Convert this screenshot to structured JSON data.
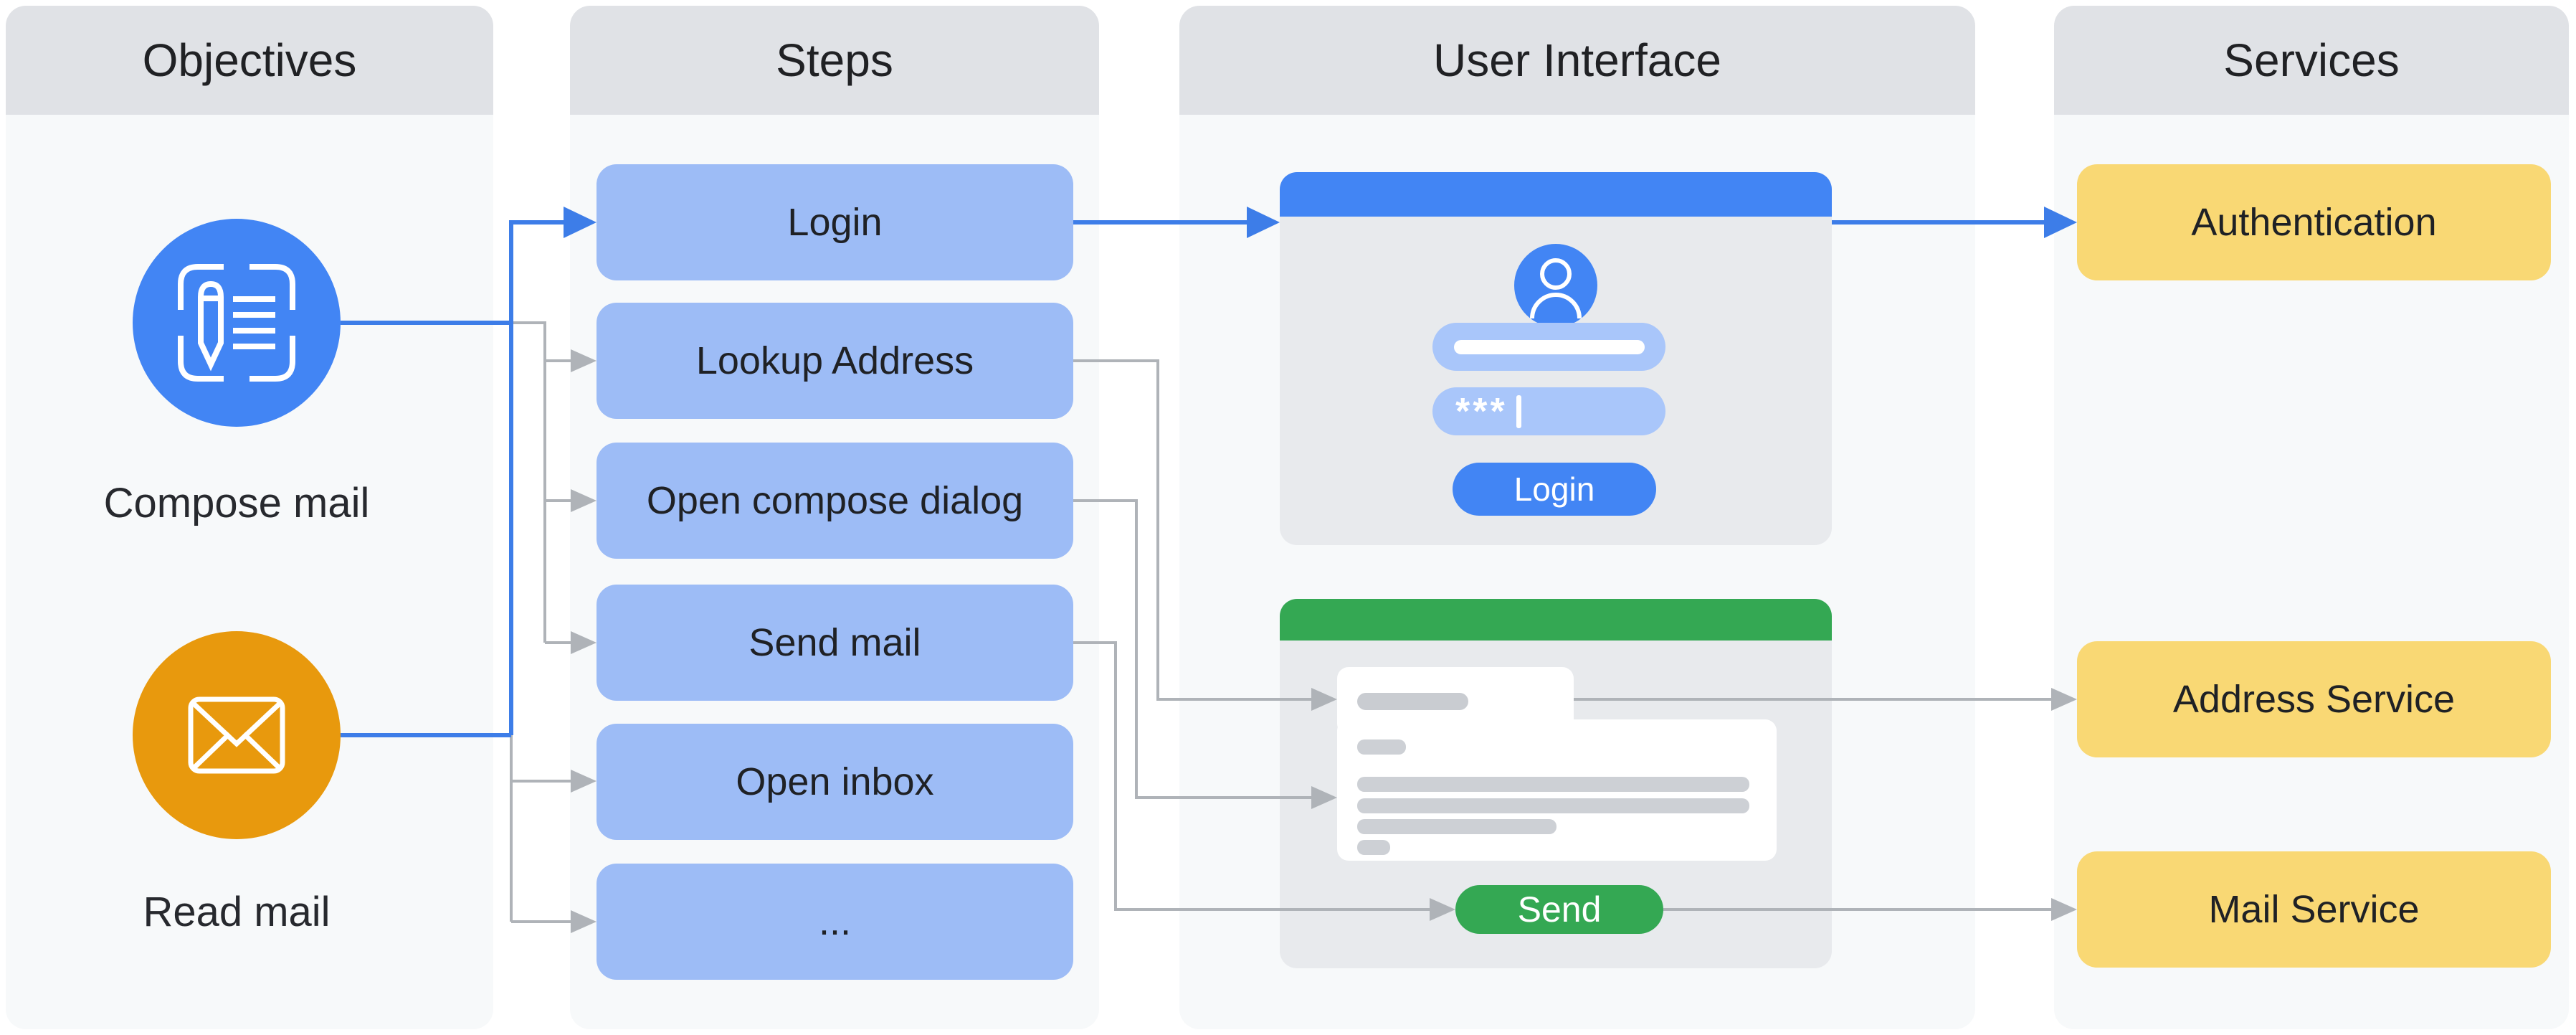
{
  "columns": [
    {
      "title": "Objectives"
    },
    {
      "title": "Steps"
    },
    {
      "title": "User Interface"
    },
    {
      "title": "Services"
    }
  ],
  "objectives": {
    "items": [
      {
        "label": "Compose mail",
        "icon": "compose-note-icon",
        "color": "#4285F4"
      },
      {
        "label": "Read mail",
        "icon": "envelope-icon",
        "color": "#E8990D"
      }
    ]
  },
  "steps": {
    "items": [
      "Login",
      "Lookup Address",
      "Open compose dialog",
      "Send mail",
      "Open inbox",
      "..."
    ]
  },
  "user_interface": {
    "login_window": {
      "titlebar_color": "#4285F4",
      "avatar_icon": "user-avatar-icon",
      "password_value": "***",
      "button_label": "Login"
    },
    "compose_window": {
      "titlebar_color": "#34A853",
      "button_label": "Send"
    }
  },
  "services": {
    "items": [
      "Authentication",
      "Address Service",
      "Mail Service"
    ]
  },
  "colors": {
    "blue": "#4285F4",
    "arrow_blue": "#3D7DE8",
    "step_box_blue": "#9DBCF6",
    "field_pill_blue": "#A9C6FA",
    "orange": "#E8990D",
    "green": "#34A853",
    "service_yellow": "#F9D874",
    "column_header_gray": "#E0E2E6",
    "column_body_gray": "#F7F9FA",
    "window_gray": "#E8EAED",
    "placeholder_gray": "#CDD0D5",
    "connector_gray": "#AFB3B8",
    "text_dark": "#202124"
  }
}
